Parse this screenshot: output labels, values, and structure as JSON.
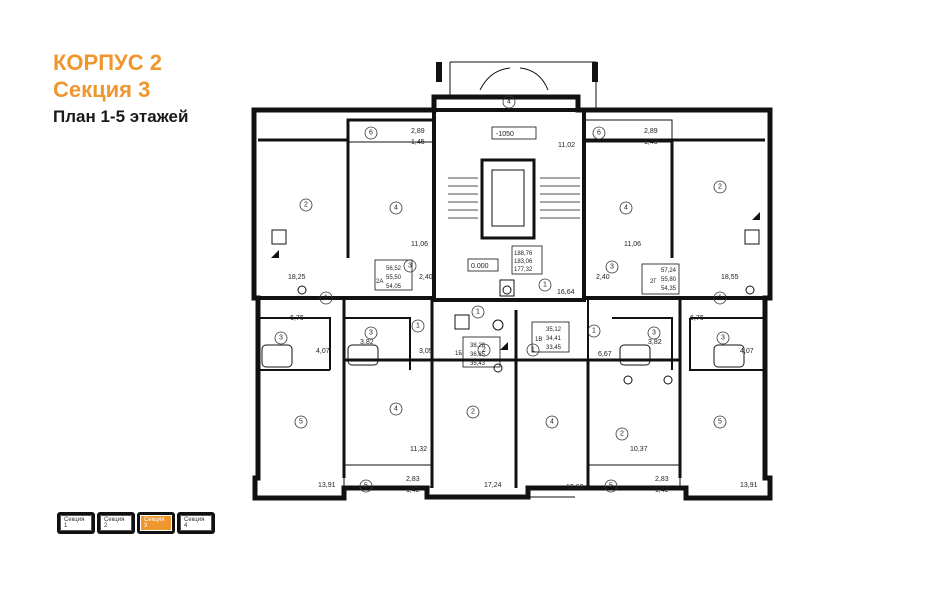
{
  "header": {
    "line1": "КОРПУС 2",
    "line2": "Секция 3",
    "line3": "План 1-5 этажей"
  },
  "colors": {
    "accent": "#f0962f",
    "wall": "#111111"
  },
  "plan": {
    "elevation_top": "-1050",
    "elevation_center": "0.000",
    "room_numbers": [
      "6",
      "2",
      "4",
      "2",
      "4",
      "6",
      "4",
      "1",
      "3",
      "1",
      "1",
      "1",
      "3",
      "3",
      "1",
      "5",
      "4",
      "2",
      "4",
      "2",
      "5",
      "5",
      "5",
      "3",
      "1",
      "3",
      "3",
      "2",
      "1",
      "6",
      "3"
    ],
    "areas": [
      {
        "id": "a1",
        "text": "2,89"
      },
      {
        "id": "a2",
        "text": "1,45"
      },
      {
        "id": "a3",
        "text": "11,06"
      },
      {
        "id": "a4",
        "text": "18,25"
      },
      {
        "id": "a5",
        "text": "2,40"
      },
      {
        "id": "a6",
        "text": "6,76"
      },
      {
        "id": "a7",
        "text": "4,07"
      },
      {
        "id": "a8",
        "text": "3,82"
      },
      {
        "id": "a9",
        "text": "3,05"
      },
      {
        "id": "a10",
        "text": "11,32"
      },
      {
        "id": "a11",
        "text": "13,91"
      },
      {
        "id": "a12",
        "text": "2,83"
      },
      {
        "id": "a13",
        "text": "1,42"
      },
      {
        "id": "a14",
        "text": "17,24"
      },
      {
        "id": "a15",
        "text": "11,02"
      },
      {
        "id": "a16",
        "text": "16,64"
      },
      {
        "id": "a17",
        "text": "2,89"
      },
      {
        "id": "a18",
        "text": "1,45"
      },
      {
        "id": "a19",
        "text": "11,06"
      },
      {
        "id": "a20",
        "text": "2,40"
      },
      {
        "id": "a21",
        "text": "18,55"
      },
      {
        "id": "a22",
        "text": "6,76"
      },
      {
        "id": "a23",
        "text": "4,07"
      },
      {
        "id": "a24",
        "text": "3,82"
      },
      {
        "id": "a25",
        "text": "6,67"
      },
      {
        "id": "a26",
        "text": "12,63"
      },
      {
        "id": "a27",
        "text": "10,37"
      },
      {
        "id": "a28",
        "text": "2,83"
      },
      {
        "id": "a29",
        "text": "1,42"
      },
      {
        "id": "a30",
        "text": "13,91"
      }
    ],
    "apartments": [
      {
        "id": "2A",
        "lines": [
          "56,52",
          "55,50",
          "54,05"
        ]
      },
      {
        "id": "1Б",
        "lines": [
          "38,26",
          "36,85",
          "35,43"
        ]
      },
      {
        "id": "1В",
        "lines": [
          "35,12",
          "34,41",
          "33,45"
        ]
      },
      {
        "id": "2Г",
        "lines": [
          "57,24",
          "55,80",
          "54,35"
        ]
      },
      {
        "id": "stair",
        "lines": [
          "188,76",
          "183,06",
          "177,32"
        ]
      }
    ]
  },
  "section_selector": {
    "items": [
      "Секция 1",
      "Секция 2",
      "Секция 3",
      "Секция 4"
    ],
    "active_index": 2
  }
}
